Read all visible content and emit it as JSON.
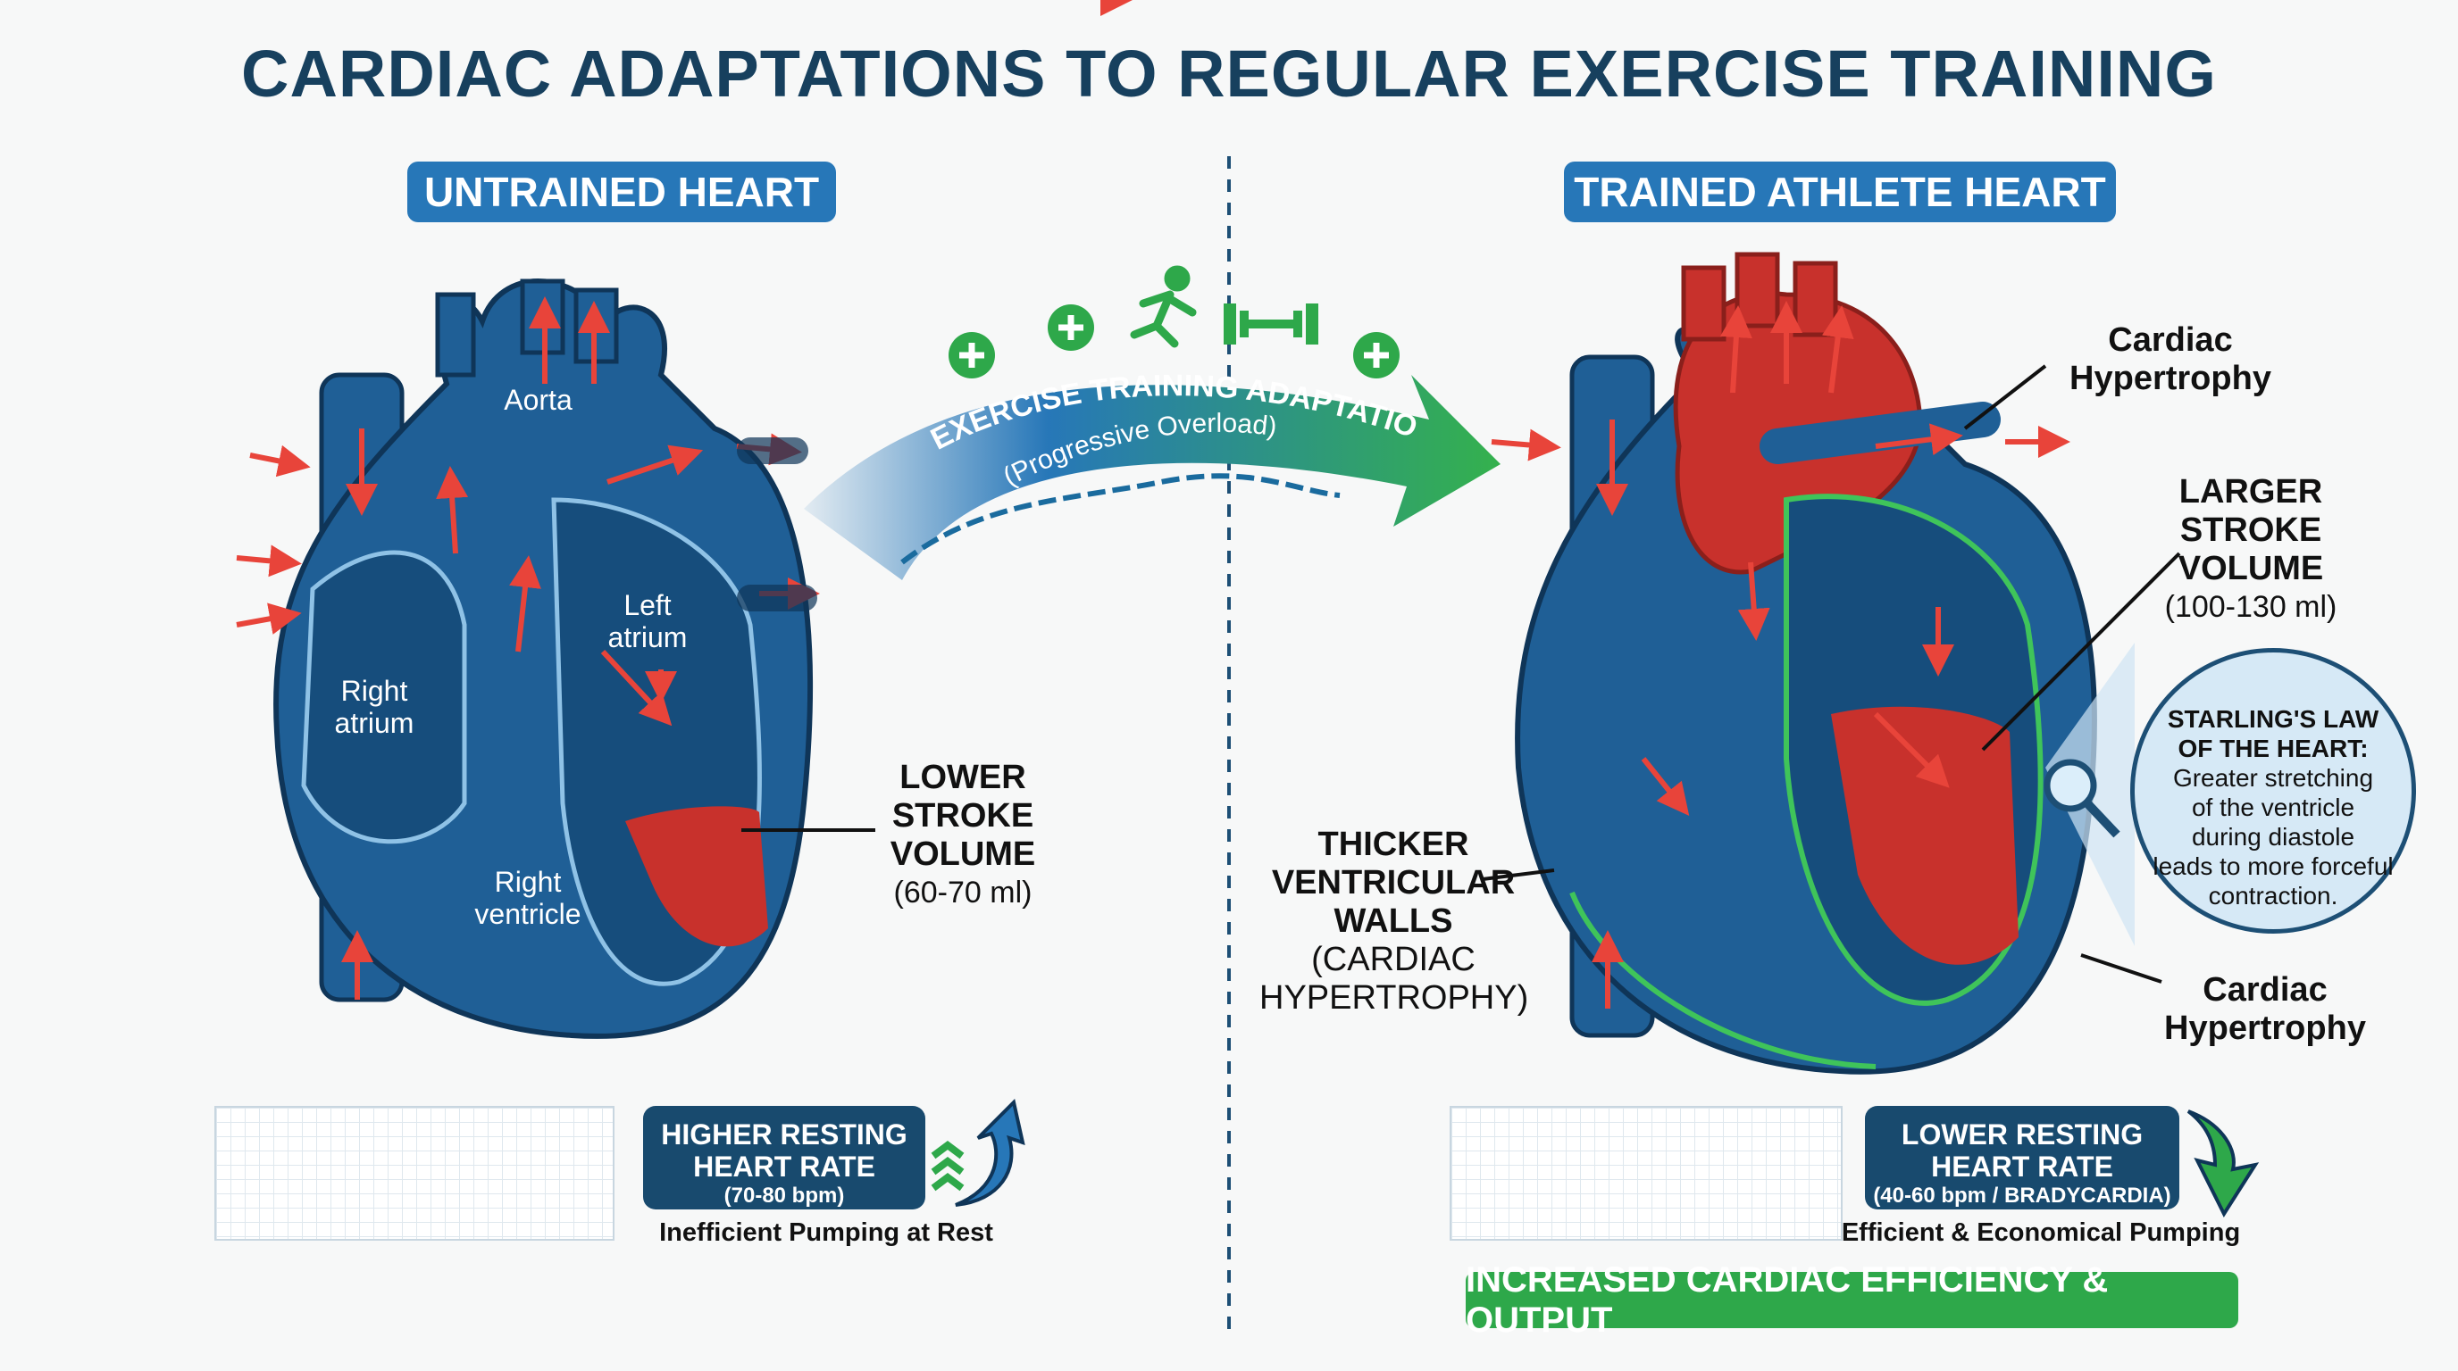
{
  "title": "CARDIAC ADAPTATIONS TO REGULAR EXERCISE TRAINING",
  "untrained": {
    "badge": "UNTRAINED HEART",
    "labels": {
      "aorta": "Aorta",
      "left_atrium": "Left atrium",
      "right_atrium": "Right atrium",
      "right_ventricle": "Right ventricle"
    },
    "stroke_volume": {
      "line1": "LOWER",
      "line2": "STROKE",
      "line3": "VOLUME",
      "value": "(60-70 ml)"
    },
    "heart_rate": {
      "line1": "HIGHER RESTING",
      "line2": "HEART RATE",
      "value": "(70-80 bpm)",
      "caption": "Inefficient Pumping at Rest"
    }
  },
  "transition": {
    "title": "EXERCISE TRAINING ADAPTATION",
    "subtitle": "(Progressive Overload)",
    "icons": [
      "plus-icon",
      "plus-icon",
      "runner-icon",
      "dumbbell-icon",
      "plus-icon"
    ]
  },
  "trained": {
    "badge": "TRAINED ATHLETE HEART",
    "hypertrophy_top": {
      "line1": "Cardiac",
      "line2": "Hypertrophy"
    },
    "stroke_volume": {
      "line1": "LARGER",
      "line2": "STROKE",
      "line3": "VOLUME",
      "value": "(100-130 ml)"
    },
    "starling": {
      "title1": "STARLING'S LAW",
      "title2": "OF THE HEART:",
      "body": [
        "Greater stretching",
        "of the ventricle",
        "during diastole",
        "leads to more forceful",
        "contraction."
      ]
    },
    "walls": {
      "line1": "THICKER",
      "line2": "VENTRICULAR",
      "line3": "WALLS",
      "line4": "(CARDIAC",
      "line5": "HYPERTROPHY)"
    },
    "hypertrophy_bottom": {
      "line1": "Cardiac",
      "line2": "Hypertrophy"
    },
    "heart_rate": {
      "line1": "LOWER RESTING",
      "line2": "HEART RATE",
      "value": "(40-60 bpm / BRADYCARDIA)",
      "caption": "Efficient & Economical Pumping"
    },
    "summary": "INCREASED CARDIAC EFFICIENCY & OUTPUT"
  },
  "colors": {
    "title": "#17405e",
    "badge": "#2777b8",
    "heart_blue": "#1f5f96",
    "blood_red": "#c8312c",
    "green": "#2ea84a",
    "hr_box": "#184a6e"
  }
}
